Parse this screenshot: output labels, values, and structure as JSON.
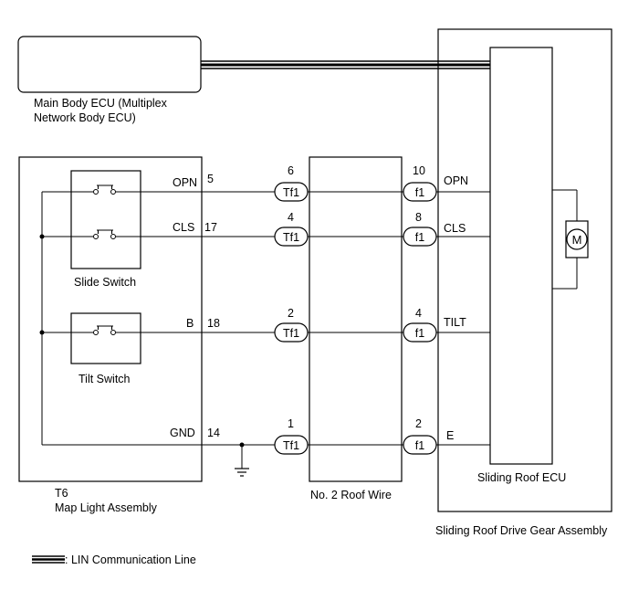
{
  "main_body_ecu": {
    "label_line1": "Main Body ECU (Multiplex",
    "label_line2": "Network Body ECU)"
  },
  "map_light": {
    "code": "T6",
    "label": "Map Light Assembly"
  },
  "slide_switch": {
    "label": "Slide Switch"
  },
  "tilt_switch": {
    "label": "Tilt Switch"
  },
  "roof_wire": {
    "label": "No. 2 Roof Wire"
  },
  "roof_ecu": {
    "label": "Sliding Roof ECU"
  },
  "drive_gear": {
    "label": "Sliding Roof Drive Gear Assembly"
  },
  "motor": {
    "symbol": "M"
  },
  "legend": {
    "text": ": LIN Communication Line"
  },
  "circuits": [
    {
      "left_term": "OPN",
      "left_pin": "5",
      "tf1_pin": "6",
      "tf1_label": "Tf1",
      "f1_pin": "10",
      "f1_label": "f1",
      "right_term": "OPN"
    },
    {
      "left_term": "CLS",
      "left_pin": "17",
      "tf1_pin": "4",
      "tf1_label": "Tf1",
      "f1_pin": "8",
      "f1_label": "f1",
      "right_term": "CLS"
    },
    {
      "left_term": "B",
      "left_pin": "18",
      "tf1_pin": "2",
      "tf1_label": "Tf1",
      "f1_pin": "4",
      "f1_label": "f1",
      "right_term": "TILT"
    },
    {
      "left_term": "GND",
      "left_pin": "14",
      "tf1_pin": "1",
      "tf1_label": "Tf1",
      "f1_pin": "2",
      "f1_label": "f1",
      "right_term": "E"
    }
  ]
}
